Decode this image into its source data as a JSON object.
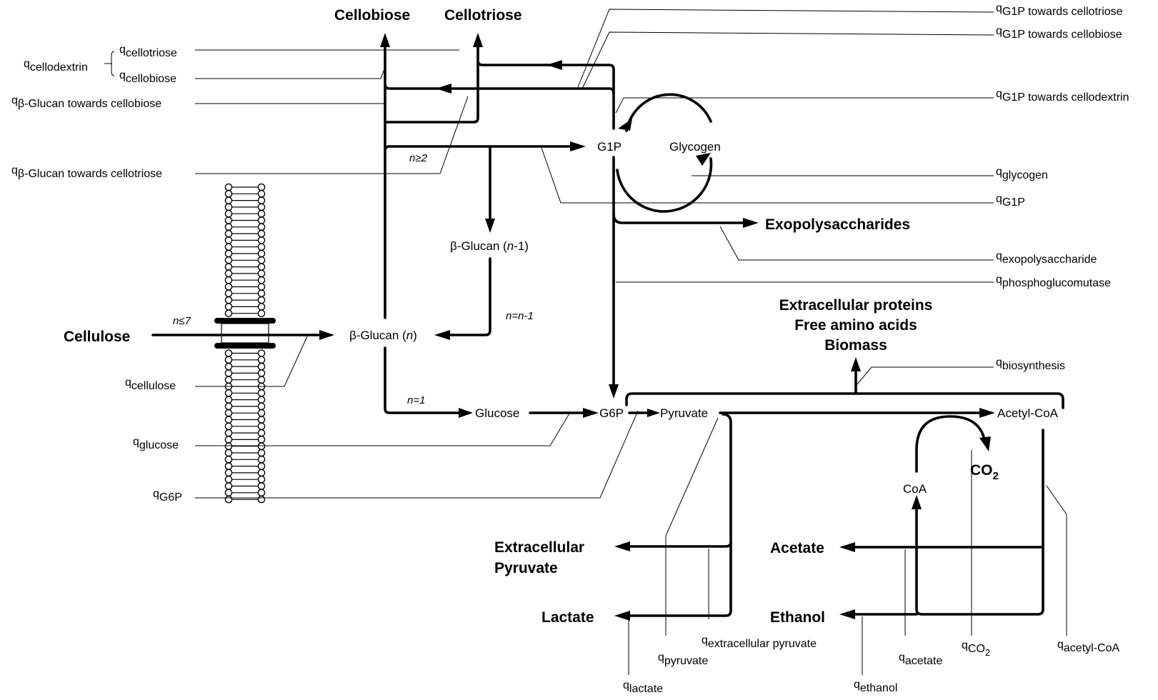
{
  "products": {
    "cellobiose": "Cellobiose",
    "cellotriose": "Cellotriose",
    "exopolysaccharides": "Exopolysaccharides",
    "biosynthesis_products": [
      "Extracellular proteins",
      "Free amino acids",
      "Biomass"
    ],
    "extracellular_pyruvate": [
      "Extracellular",
      "Pyruvate"
    ],
    "lactate": "Lactate",
    "acetate": "Acetate",
    "ethanol": "Ethanol",
    "co2": "CO",
    "co2_sub": "2"
  },
  "substrate": {
    "cellulose": "Cellulose"
  },
  "intermediates": {
    "g1p": "G1P",
    "glycogen": "Glycogen",
    "beta_glucan_n1_prefix": "β-Glucan (",
    "beta_glucan_n1_var": "n",
    "beta_glucan_n1_suffix": "-1)",
    "beta_glucan_n_prefix": "β-Glucan (",
    "beta_glucan_n_var": "n",
    "beta_glucan_n_suffix": ")",
    "glucose": "Glucose",
    "g6p": "G6P",
    "pyruvate": "Pyruvate",
    "acetyl_coa": "Acetyl-CoA",
    "coa": "CoA"
  },
  "conditions": {
    "n_le_7": "n≤7",
    "n_ge_2": "n≥2",
    "n_eq_n_minus_1": "n=n-1",
    "n_eq_1": "n=1"
  },
  "fluxes": {
    "q": "q",
    "cellodextrin": "cellodextrin",
    "cellotriose": "cellotriose",
    "cellobiose": "cellobiose",
    "bglucan_cellobiose_sym": "β-Glucan towards cellobiose",
    "bglucan_cellotriose_sym": "β-Glucan towards cellotriose",
    "cellulose": "cellulose",
    "glucose": "glucose",
    "g6p": "G6P",
    "g1p_cellotriose_sym": "G1P towards cellotriose",
    "g1p_cellobiose_sym": "G1P towards cellobiose",
    "g1p_cellodextrin_sym": "G1P towards cellodextrin",
    "glycogen": "glycogen",
    "g1p": "G1P",
    "exopolysaccharide": "exopolysaccharide",
    "phosphoglucomutase": "phosphoglucomutase",
    "biosynthesis": "biosynthesis",
    "extracellular_pyruvate": "extracellular pyruvate",
    "pyruvate": "pyruvate",
    "lactate": "lactate",
    "ethanol": "ethanol",
    "acetate": "acetate",
    "co2": "CO",
    "co2_sub": "2",
    "acetyl_coa": "acetyl-CoA"
  }
}
